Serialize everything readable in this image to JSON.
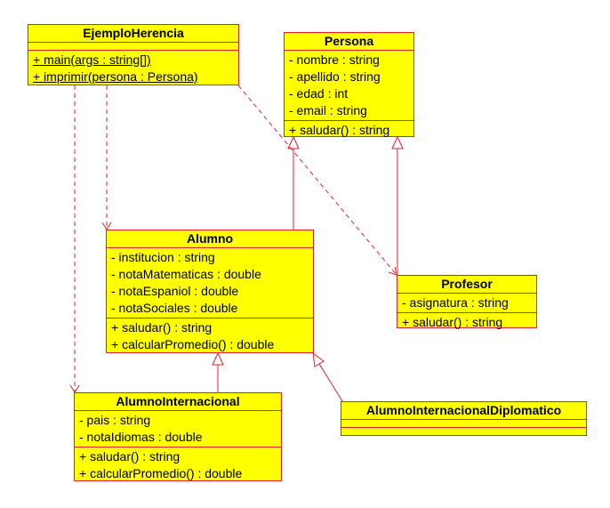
{
  "colors": {
    "fill": "#ffff00",
    "line": "#e0202a"
  },
  "classes": {
    "ejemplo": {
      "name": "EjemploHerencia",
      "attributes": [],
      "methods": [
        "+ main(args : string[])",
        "+ imprimir(persona : Persona)"
      ]
    },
    "persona": {
      "name": "Persona",
      "attributes": [
        "- nombre : string",
        "- apellido : string",
        "- edad : int",
        "- email : string"
      ],
      "methods": [
        "+ saludar() : string"
      ]
    },
    "alumno": {
      "name": "Alumno",
      "attributes": [
        "- institucion : string",
        "- notaMatematicas : double",
        "- notaEspaniol : double",
        "- notaSociales : double"
      ],
      "methods": [
        "+ saludar() : string",
        "+ calcularPromedio() : double"
      ]
    },
    "profesor": {
      "name": "Profesor",
      "attributes": [
        "- asignatura : string"
      ],
      "methods": [
        "+ saludar() : string"
      ]
    },
    "alumnoInt": {
      "name": "AlumnoInternacional",
      "attributes": [
        "- pais : string",
        "- notaIdiomas : double"
      ],
      "methods": [
        "+ saludar() : string",
        "+ calcularPromedio() : double"
      ]
    },
    "alumnoDip": {
      "name": "AlumnoInternacionalDiplomatico",
      "attributes": [],
      "methods": []
    }
  }
}
